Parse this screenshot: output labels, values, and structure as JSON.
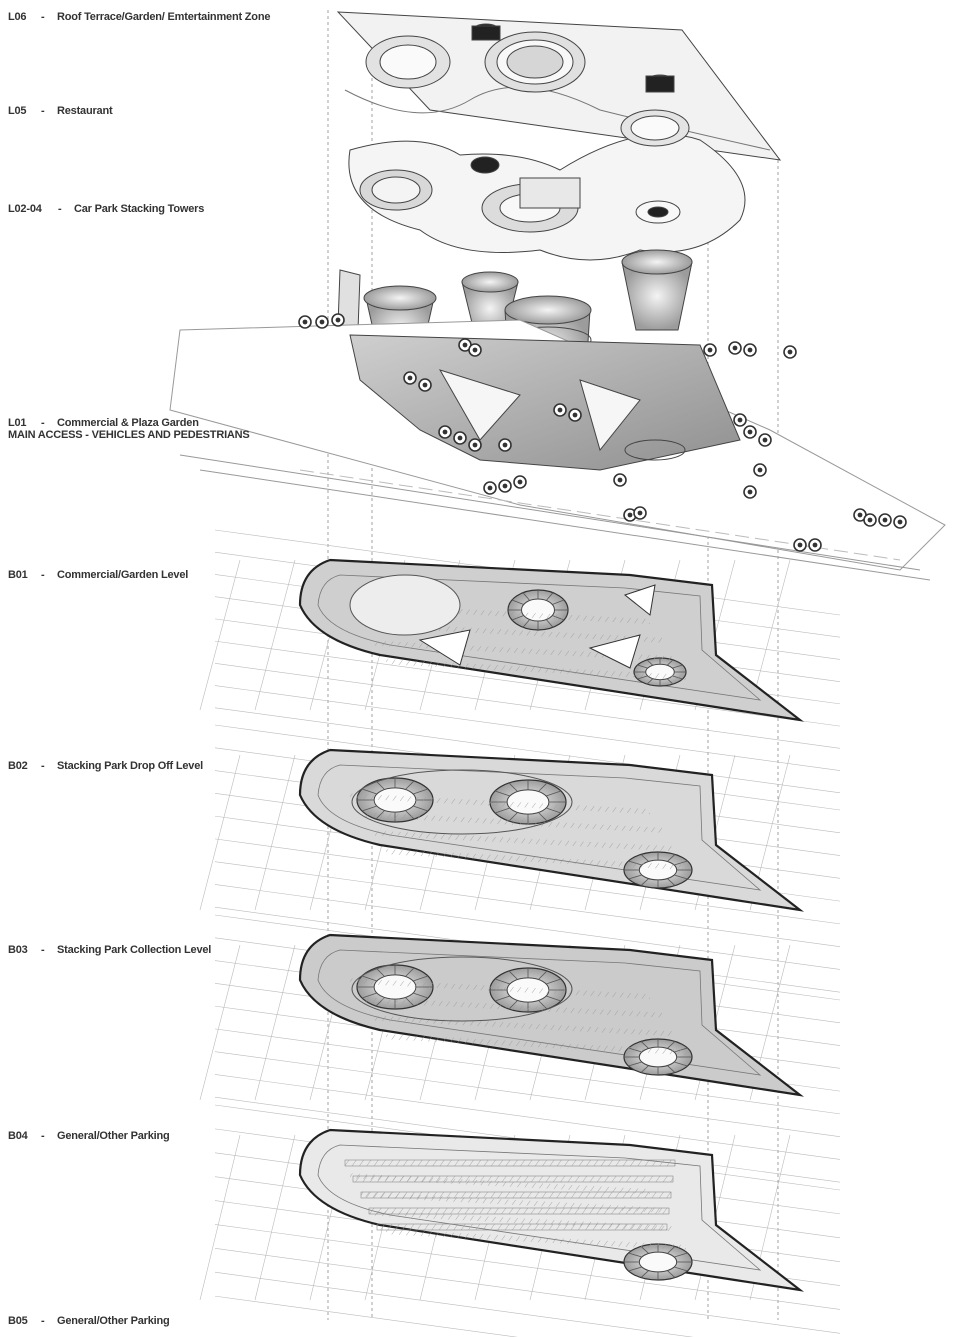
{
  "levels": [
    {
      "code": "L06",
      "dash": "-",
      "name": "Roof Terrace/Garden/ Emtertainment Zone"
    },
    {
      "code": "L05",
      "dash": "-",
      "name": "Restaurant"
    },
    {
      "code": "L02-04",
      "dash": "-",
      "name": "Car Park Stacking Towers"
    },
    {
      "code": "L01",
      "dash": "-",
      "name": "Commercial & Plaza Garden"
    },
    {
      "code": "B01",
      "dash": "-",
      "name": "Commercial/Garden Level"
    },
    {
      "code": "B02",
      "dash": "-",
      "name": "Stacking Park Drop Off Level"
    },
    {
      "code": "B03",
      "dash": "-",
      "name": "Stacking Park Collection Level"
    },
    {
      "code": "B04",
      "dash": "-",
      "name": "General/Other Parking"
    },
    {
      "code": "B05",
      "dash": "-",
      "name": "General/Other Parking"
    }
  ],
  "main_access": "MAIN ACCESS - VEHICLES AND PEDESTRIANS",
  "colors": {
    "ink": "#333333",
    "line": "#555555",
    "fill_light": "#e6e6e6",
    "fill_mid": "#bdbdbd",
    "fill_dark": "#8a8a8a"
  }
}
